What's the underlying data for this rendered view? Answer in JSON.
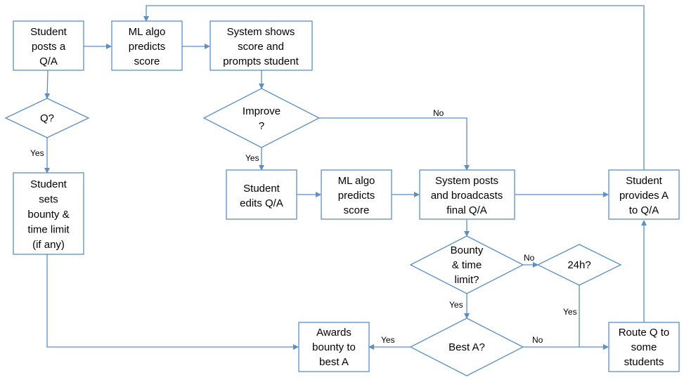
{
  "diagram": {
    "nodes": {
      "student_posts": {
        "lines": [
          "Student",
          "posts a",
          "Q/A"
        ]
      },
      "ml_predicts_1": {
        "lines": [
          "ML algo",
          "predicts",
          "score"
        ]
      },
      "system_shows": {
        "lines": [
          "System shows",
          "score and",
          "prompts student"
        ]
      },
      "q_decision": {
        "lines": [
          "Q?"
        ]
      },
      "improve_decision": {
        "lines": [
          "Improve",
          "?"
        ]
      },
      "student_sets_bounty": {
        "lines": [
          "Student",
          "sets",
          "bounty &",
          "time limit",
          "(if any)"
        ]
      },
      "student_edits": {
        "lines": [
          "Student",
          "edits Q/A"
        ]
      },
      "ml_predicts_2": {
        "lines": [
          "ML algo",
          "predicts",
          "score"
        ]
      },
      "system_posts": {
        "lines": [
          "System posts",
          "and broadcasts",
          "final Q/A"
        ]
      },
      "student_provides": {
        "lines": [
          "Student",
          "provides A",
          "to Q/A"
        ]
      },
      "bounty_decision": {
        "lines": [
          "Bounty",
          "& time",
          "limit?"
        ]
      },
      "h24_decision": {
        "lines": [
          "24h?"
        ]
      },
      "awards_bounty": {
        "lines": [
          "Awards",
          "bounty to",
          "best A"
        ]
      },
      "best_a_decision": {
        "lines": [
          "Best A?"
        ]
      },
      "route_q": {
        "lines": [
          "Route Q to",
          "some",
          "students"
        ]
      }
    },
    "edge_labels": {
      "q_yes": "Yes",
      "improve_yes": "Yes",
      "improve_no": "No",
      "bounty_yes": "Yes",
      "bounty_no": "No",
      "h24_yes": "Yes",
      "best_yes": "Yes",
      "best_no": "No"
    },
    "colors": {
      "stroke": "#5b8fc5",
      "text": "#000000",
      "background": "#ffffff"
    }
  }
}
